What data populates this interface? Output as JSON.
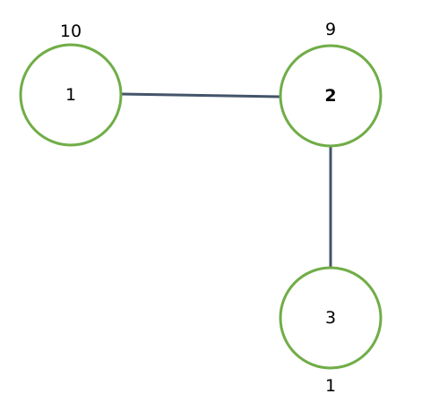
{
  "colors": {
    "node_outline": "#70ad47",
    "edge": "#44546a",
    "text": "#000000",
    "background": "#ffffff"
  },
  "nodes": [
    {
      "id": "1",
      "label": "1",
      "value": "10",
      "bold": false
    },
    {
      "id": "2",
      "label": "2",
      "value": "9",
      "bold": true
    },
    {
      "id": "3",
      "label": "3",
      "value": "1",
      "bold": false
    }
  ],
  "edges": [
    {
      "from": "1",
      "to": "2"
    },
    {
      "from": "2",
      "to": "3"
    }
  ]
}
